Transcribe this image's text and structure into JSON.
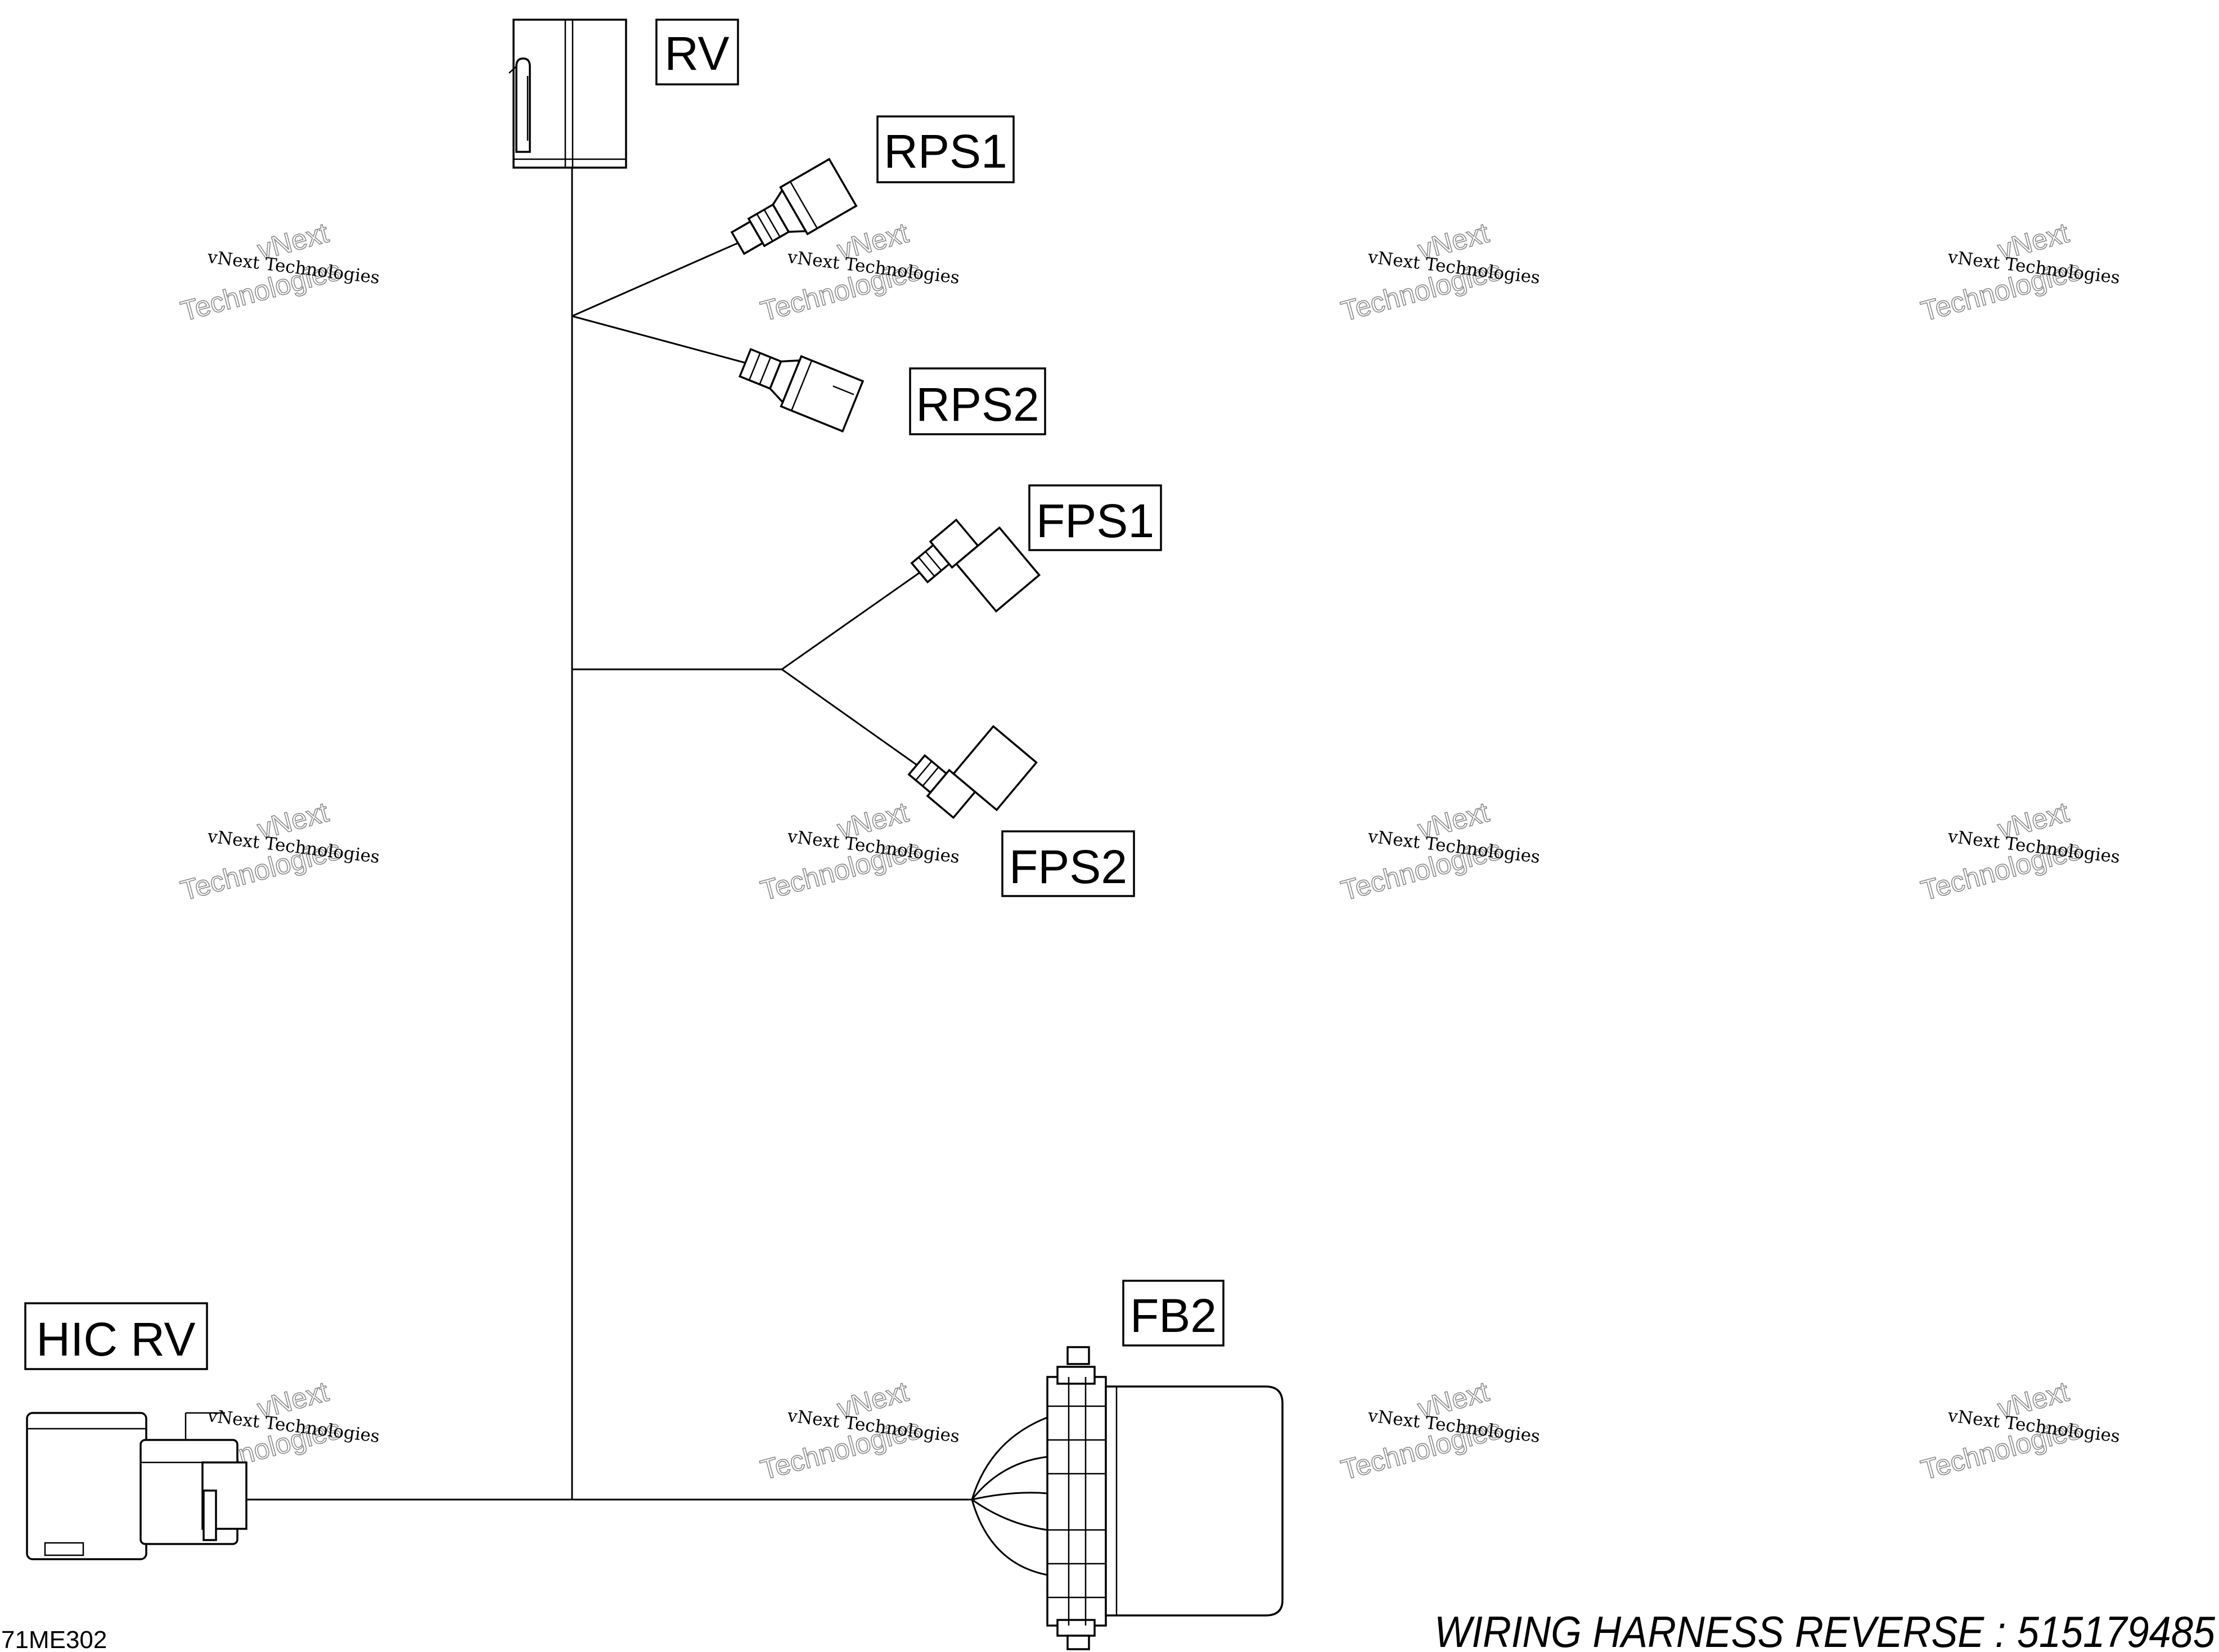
{
  "diagram": {
    "labels": {
      "rv": "RV",
      "rps1": "RPS1",
      "rps2": "RPS2",
      "fps1": "FPS1",
      "fps2": "FPS2",
      "hic_rv": "HIC  RV",
      "fb2": "FB2"
    },
    "footer_code": "71ME302",
    "footer_title": "WIRING HARNESS  REVERSE  :  515179485",
    "watermark": {
      "line1": "vNext Technologies",
      "line2": "vNext",
      "line3": "Technologies"
    }
  }
}
